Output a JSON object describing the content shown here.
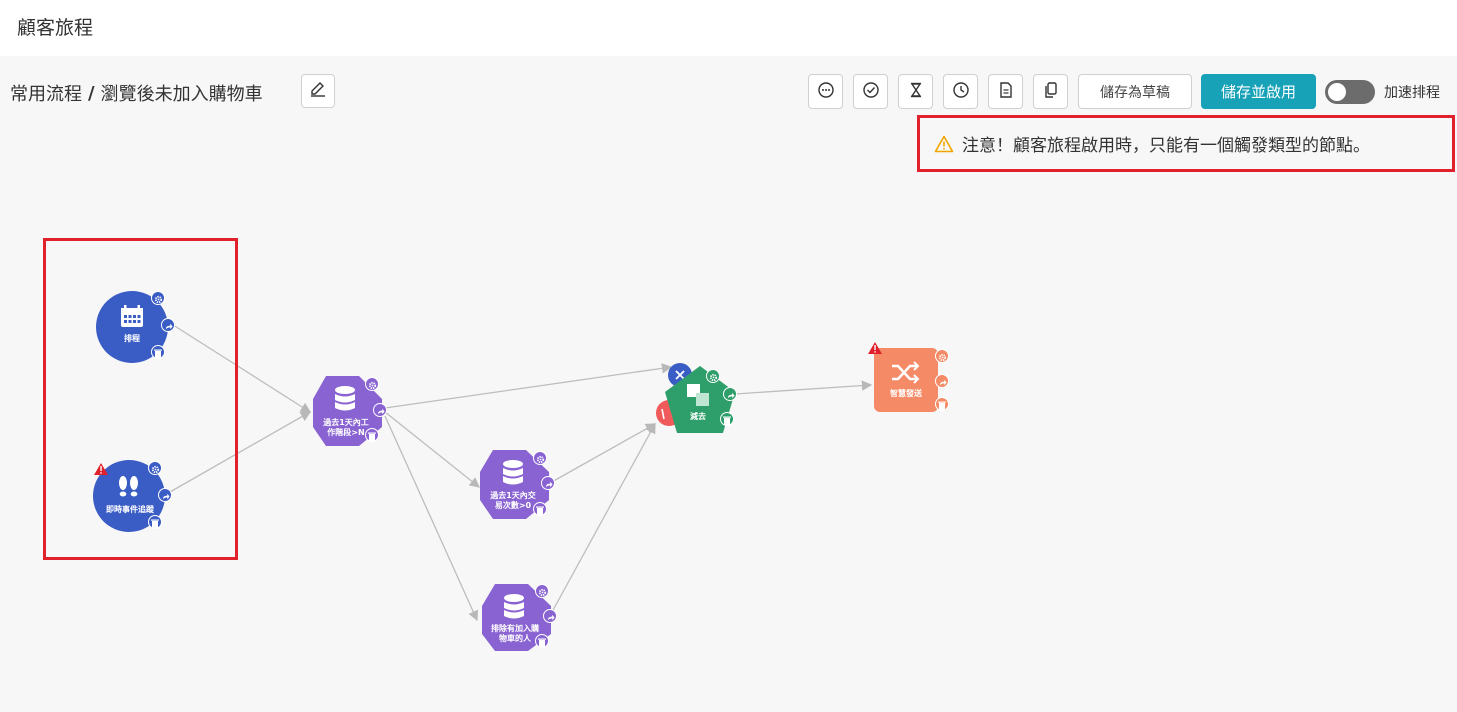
{
  "app_title": "顧客旅程",
  "breadcrumb": {
    "root": "常用流程",
    "separator": "/",
    "current": "瀏覽後未加入購物車"
  },
  "toolbar": {
    "icons": [
      "comment-icon",
      "check-circle-icon",
      "hourglass-icon",
      "clock-icon",
      "document-icon",
      "copy-icon"
    ],
    "save_draft_label": "儲存為草稿",
    "save_publish_label": "儲存並啟用",
    "accelerate_label": "加速排程",
    "accelerate_on": false
  },
  "warning_text": "注意！顧客旅程啟用時，只能有一個觸發類型的節點。",
  "nodes": {
    "schedule": "排程",
    "realtime": "即時事件追蹤",
    "seg1": "過去1天內工作階段>N",
    "seg2": "過去1天內交易次數>0",
    "seg3": "排除有加入購物車的人",
    "subtract": "減去",
    "smart_send": "智慧發送"
  },
  "colors": {
    "trigger_blue": "#3a5cc5",
    "segment_purple": "#8a63d2",
    "subtract_green": "#2e9e6a",
    "smart_orange": "#f58a66",
    "highlight_red": "#e0202a",
    "primary_teal": "#17a2b8"
  }
}
